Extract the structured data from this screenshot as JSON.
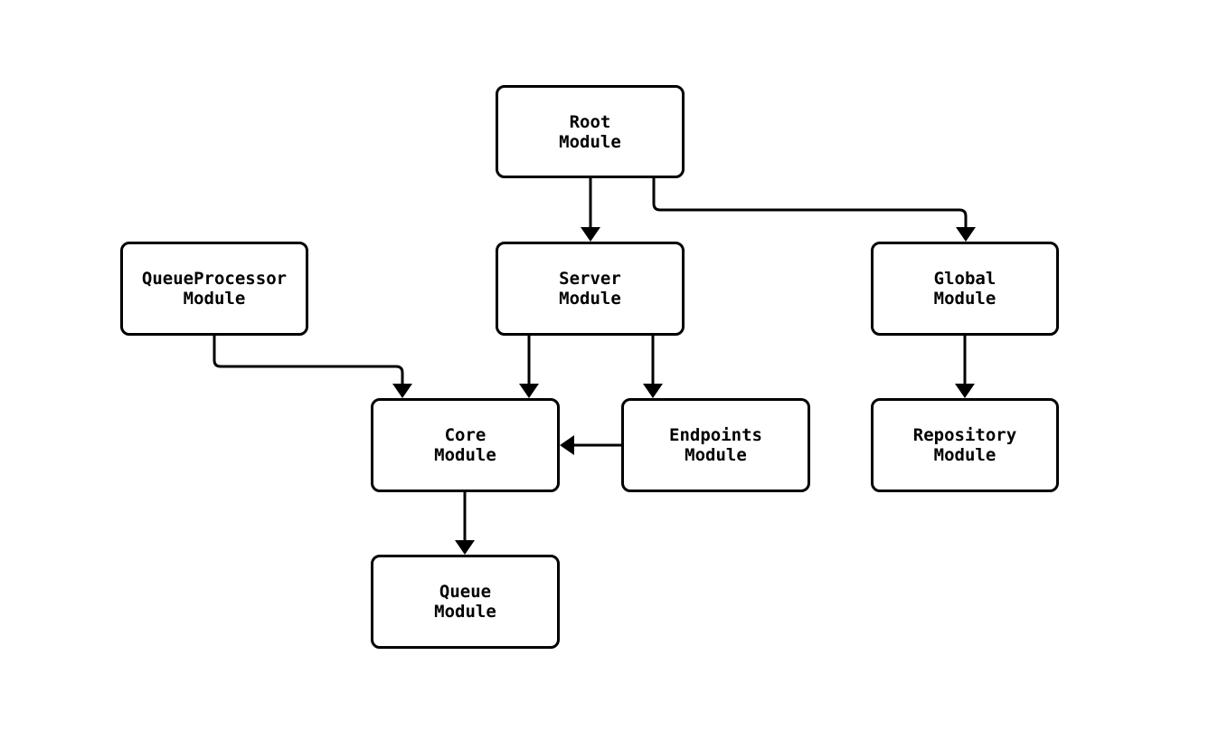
{
  "diagram": {
    "type": "module-dependency-graph",
    "colors": {
      "background": "#ffffff",
      "node_fill": "#ffffff",
      "node_border": "#000000",
      "edge": "#000000",
      "text": "#000000"
    },
    "nodes": {
      "root": {
        "label": "Root\nModule"
      },
      "queue_processor": {
        "label": "QueueProcessor\nModule"
      },
      "server": {
        "label": "Server\nModule"
      },
      "global": {
        "label": "Global\nModule"
      },
      "core": {
        "label": "Core\nModule"
      },
      "endpoints": {
        "label": "Endpoints\nModule"
      },
      "repository": {
        "label": "Repository\nModule"
      },
      "queue": {
        "label": "Queue\nModule"
      }
    },
    "edges": [
      {
        "from": "Root Module",
        "to": "Server Module"
      },
      {
        "from": "Root Module",
        "to": "Global Module"
      },
      {
        "from": "QueueProcessor Module",
        "to": "Core Module"
      },
      {
        "from": "Server Module",
        "to": "Core Module"
      },
      {
        "from": "Server Module",
        "to": "Endpoints Module"
      },
      {
        "from": "Endpoints Module",
        "to": "Core Module"
      },
      {
        "from": "Global Module",
        "to": "Repository Module"
      },
      {
        "from": "Core Module",
        "to": "Queue Module"
      }
    ]
  }
}
